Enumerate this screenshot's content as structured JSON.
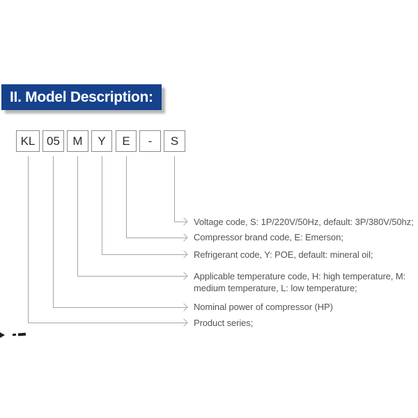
{
  "header": {
    "title": "II. Model Description:"
  },
  "model_code": {
    "parts": [
      "KL",
      "05",
      "M",
      "Y",
      "E",
      "-",
      "S"
    ]
  },
  "legend": {
    "labels": [
      {
        "lines": [
          "Voltage code, S: 1P/220V/50Hz, default: 3P/380V/50hz;"
        ]
      },
      {
        "lines": [
          "Compressor brand code, E: Emerson;"
        ]
      },
      {
        "lines": [
          "Refrigerant code, Y: POE, default: mineral oil;"
        ]
      },
      {
        "lines": [
          "Applicable temperature code, H: high temperature, M:",
          "medium temperature, L: low temperature;"
        ]
      },
      {
        "lines": [
          "Nominal power of compressor (HP)"
        ]
      },
      {
        "lines": [
          "Product series;"
        ]
      }
    ]
  },
  "colors": {
    "banner_background": "#16428D",
    "banner_text": "#FFFFFF",
    "box_border": "#8A8A8A",
    "box_text": "#2C2C2C",
    "connector_line": "#A6A6A6",
    "label_text": "#555555"
  }
}
